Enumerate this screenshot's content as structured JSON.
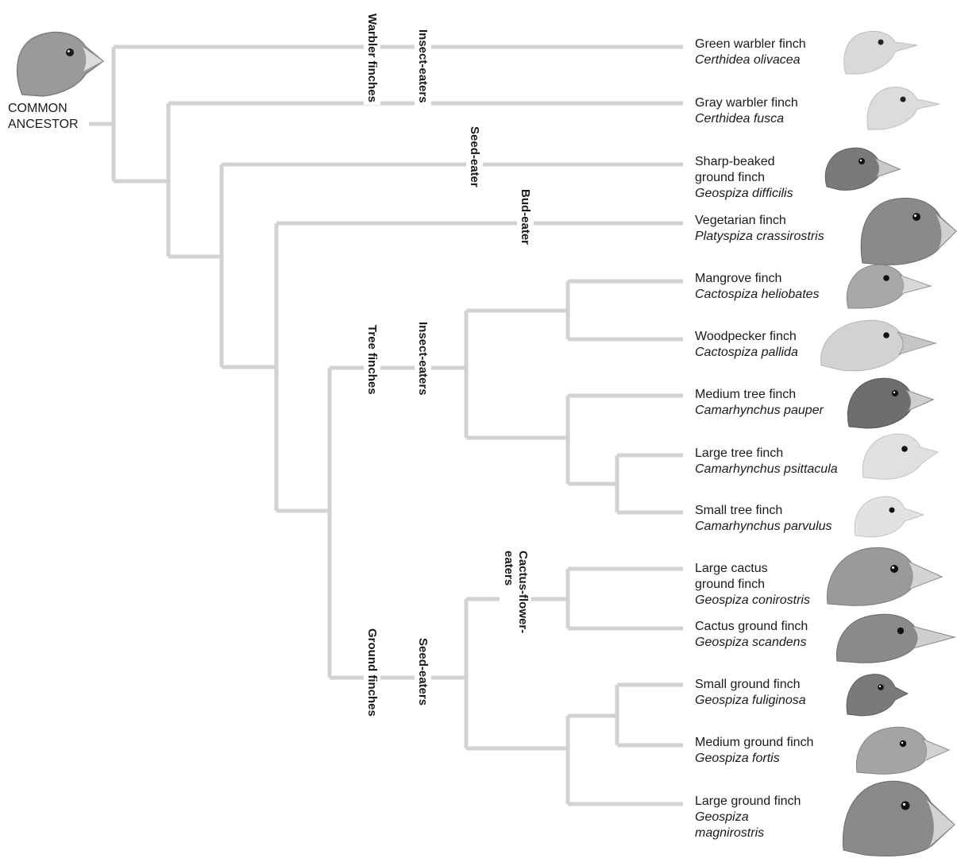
{
  "ancestor_label": "COMMON\nANCESTOR",
  "group_labels": {
    "warbler_finches": "Warbler finches",
    "warbler_insect_eaters": "Insect-eaters",
    "seed_eater": "Seed-eater",
    "bud_eater": "Bud-eater",
    "tree_finches": "Tree finches",
    "tree_insect_eaters": "Insect-eaters",
    "cactus_flower_eaters": "Cactus-flower-\neaters",
    "ground_finches": "Ground finches",
    "ground_seed_eaters": "Seed-eaters"
  },
  "species": [
    {
      "common": "Green warbler finch",
      "scientific": "Certhidea olivacea"
    },
    {
      "common": "Gray warbler finch",
      "scientific": "Certhidea fusca"
    },
    {
      "common": "Sharp-beaked\nground finch",
      "scientific": "Geospiza difficilis"
    },
    {
      "common": "Vegetarian finch",
      "scientific": "Platyspiza crassirostris"
    },
    {
      "common": "Mangrove finch",
      "scientific": "Cactospiza heliobates"
    },
    {
      "common": "Woodpecker finch",
      "scientific": "Cactospiza pallida"
    },
    {
      "common": "Medium tree finch",
      "scientific": "Camarhynchus pauper"
    },
    {
      "common": "Large tree finch",
      "scientific": "Camarhynchus psittacula"
    },
    {
      "common": "Small tree finch",
      "scientific": "Camarhynchus parvulus"
    },
    {
      "common": "Large cactus\nground finch",
      "scientific": "Geospiza conirostris"
    },
    {
      "common": "Cactus ground finch",
      "scientific": "Geospiza scandens"
    },
    {
      "common": "Small ground finch",
      "scientific": "Geospiza fuliginosa"
    },
    {
      "common": "Medium ground finch",
      "scientific": "Geospiza fortis"
    },
    {
      "common": "Large ground finch",
      "scientific": "Geospiza\nmagnirostris"
    }
  ],
  "colors": {
    "branch": "#d2d2d2",
    "bird_light": "#cfcfcf",
    "bird_mid": "#9a9a9a",
    "bird_dark": "#6e6e6e",
    "beak": "#dcdcdc"
  },
  "icons": [
    "finch-head-illustration"
  ]
}
